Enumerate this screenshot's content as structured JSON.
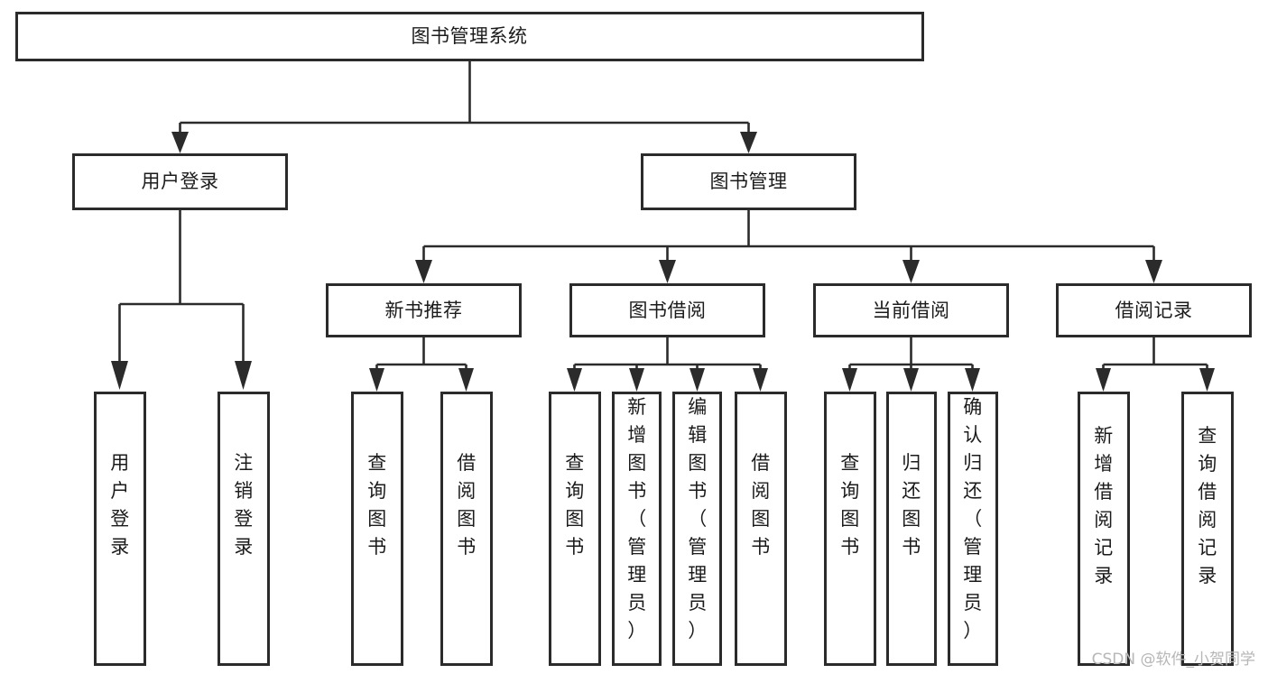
{
  "diagram": {
    "title": "图书管理系统",
    "type": "tree",
    "orientation": "top-down",
    "colors": {
      "box_stroke": "#2b2b2b",
      "box_fill": "#ffffff",
      "connector": "#2b2b2b",
      "text": "#1b1b1b",
      "background": "#ffffff",
      "watermark": "#b6b6b6"
    },
    "root": {
      "id": "root",
      "label": "图书管理系统",
      "orientation": "horizontal"
    },
    "level2": [
      {
        "id": "user-login",
        "label": "用户登录",
        "orientation": "horizontal"
      },
      {
        "id": "book-manage",
        "label": "图书管理",
        "orientation": "horizontal"
      }
    ],
    "level3": [
      {
        "id": "new-book-recommend",
        "label": "新书推荐",
        "orientation": "horizontal",
        "parent": "book-manage"
      },
      {
        "id": "book-borrow",
        "label": "图书借阅",
        "orientation": "horizontal",
        "parent": "book-manage"
      },
      {
        "id": "current-borrow",
        "label": "当前借阅",
        "orientation": "horizontal",
        "parent": "book-manage"
      },
      {
        "id": "borrow-record",
        "label": "借阅记录",
        "orientation": "horizontal",
        "parent": "book-manage"
      }
    ],
    "leaves": [
      {
        "id": "leaf-user-login",
        "label": "用户登录",
        "orientation": "vertical",
        "parent": "user-login"
      },
      {
        "id": "leaf-logout-login",
        "label": "注销登录",
        "orientation": "vertical",
        "parent": "user-login"
      },
      {
        "id": "leaf-query-book-1",
        "label": "查询图书",
        "orientation": "vertical",
        "parent": "new-book-recommend"
      },
      {
        "id": "leaf-borrow-book-1",
        "label": "借阅图书",
        "orientation": "vertical",
        "parent": "new-book-recommend"
      },
      {
        "id": "leaf-query-book-2",
        "label": "查询图书",
        "orientation": "vertical",
        "parent": "book-borrow"
      },
      {
        "id": "leaf-add-book",
        "label": "新增图书（管理员）",
        "orientation": "vertical",
        "parent": "book-borrow"
      },
      {
        "id": "leaf-edit-book",
        "label": "编辑图书（管理员）",
        "orientation": "vertical",
        "parent": "book-borrow"
      },
      {
        "id": "leaf-borrow-book-2",
        "label": "借阅图书",
        "orientation": "vertical",
        "parent": "book-borrow"
      },
      {
        "id": "leaf-query-book-3",
        "label": "查询图书",
        "orientation": "vertical",
        "parent": "current-borrow"
      },
      {
        "id": "leaf-return-book",
        "label": "归还图书",
        "orientation": "vertical",
        "parent": "current-borrow"
      },
      {
        "id": "leaf-confirm-return",
        "label": "确认归还（管理员）",
        "orientation": "vertical",
        "parent": "current-borrow"
      },
      {
        "id": "leaf-add-record",
        "label": "新增借阅记录",
        "orientation": "vertical",
        "parent": "borrow-record"
      },
      {
        "id": "leaf-query-record",
        "label": "查询借阅记录",
        "orientation": "vertical",
        "parent": "borrow-record"
      }
    ]
  },
  "watermark": {
    "label": "CSDN @软件_小贺同学"
  }
}
